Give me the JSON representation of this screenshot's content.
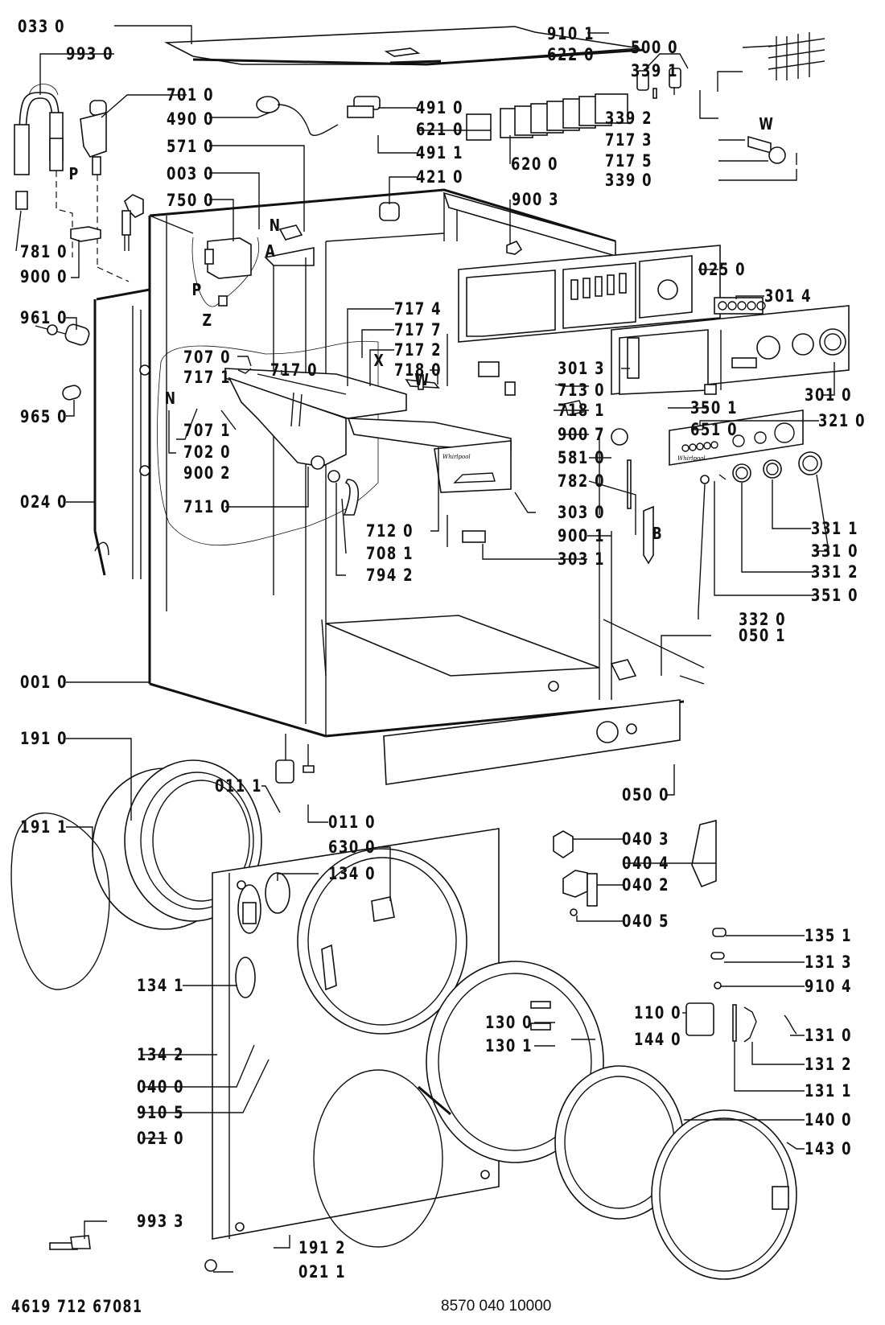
{
  "diagram": {
    "title": "Exploded parts diagram – front-loading washing machine cabinet",
    "document_code": "4619 712 67081",
    "reference_code": "8570 040 10000",
    "brand_mark": "Whirlpool",
    "callouts": [
      {
        "id": "c0330",
        "code": "033 0"
      },
      {
        "id": "c9930",
        "code": "993 0"
      },
      {
        "id": "c7010",
        "code": "701 0"
      },
      {
        "id": "c4900",
        "code": "490 0"
      },
      {
        "id": "c5710",
        "code": "571 0"
      },
      {
        "id": "c0030",
        "code": "003 0"
      },
      {
        "id": "c7500",
        "code": "750 0"
      },
      {
        "id": "c7810",
        "code": "781 0"
      },
      {
        "id": "c9000",
        "code": "900 0"
      },
      {
        "id": "c9101",
        "code": "910 1"
      },
      {
        "id": "c6220",
        "code": "622 0"
      },
      {
        "id": "c5000",
        "code": "500 0"
      },
      {
        "id": "c3391",
        "code": "339 1"
      },
      {
        "id": "c4910",
        "code": "491 0"
      },
      {
        "id": "c6210",
        "code": "621 0"
      },
      {
        "id": "c4911",
        "code": "491 1"
      },
      {
        "id": "c6200",
        "code": "620 0"
      },
      {
        "id": "c3392",
        "code": "339 2"
      },
      {
        "id": "c7173",
        "code": "717 3"
      },
      {
        "id": "c7175",
        "code": "717 5"
      },
      {
        "id": "c3390",
        "code": "339 0"
      },
      {
        "id": "c4210",
        "code": "421 0"
      },
      {
        "id": "c9003",
        "code": "900 3"
      },
      {
        "id": "c0250",
        "code": "025 0"
      },
      {
        "id": "c3014",
        "code": "301 4"
      },
      {
        "id": "c9610",
        "code": "961 0"
      },
      {
        "id": "c9650",
        "code": "965 0"
      },
      {
        "id": "c0240",
        "code": "024 0"
      },
      {
        "id": "c7174",
        "code": "717 4"
      },
      {
        "id": "c7177",
        "code": "717 7"
      },
      {
        "id": "c7172",
        "code": "717 2"
      },
      {
        "id": "c7180",
        "code": "718 0"
      },
      {
        "id": "c7070",
        "code": "707 0"
      },
      {
        "id": "c7171",
        "code": "717 1"
      },
      {
        "id": "c7170",
        "code": "717 0"
      },
      {
        "id": "c7071",
        "code": "707 1"
      },
      {
        "id": "c7020",
        "code": "702 0"
      },
      {
        "id": "c9002",
        "code": "900 2"
      },
      {
        "id": "c7110",
        "code": "711 0"
      },
      {
        "id": "c7120",
        "code": "712 0"
      },
      {
        "id": "c7081",
        "code": "708 1"
      },
      {
        "id": "c7942",
        "code": "794 2"
      },
      {
        "id": "c3013",
        "code": "301 3"
      },
      {
        "id": "c7130",
        "code": "713 0"
      },
      {
        "id": "c7181",
        "code": "718 1"
      },
      {
        "id": "c9007",
        "code": "900 7"
      },
      {
        "id": "c5810",
        "code": "581 0"
      },
      {
        "id": "c7820",
        "code": "782 0"
      },
      {
        "id": "c3030",
        "code": "303 0"
      },
      {
        "id": "c9001",
        "code": "900 1"
      },
      {
        "id": "c3031",
        "code": "303 1"
      },
      {
        "id": "c3501",
        "code": "350 1"
      },
      {
        "id": "c6510",
        "code": "651 0"
      },
      {
        "id": "c3010",
        "code": "301 0"
      },
      {
        "id": "c3210",
        "code": "321 0"
      },
      {
        "id": "c3311",
        "code": "331 1"
      },
      {
        "id": "c3310",
        "code": "331 0"
      },
      {
        "id": "c3312",
        "code": "331 2"
      },
      {
        "id": "c3510",
        "code": "351 0"
      },
      {
        "id": "c3320",
        "code": "332 0"
      },
      {
        "id": "c0501",
        "code": "050 1"
      },
      {
        "id": "c0010",
        "code": "001 0"
      },
      {
        "id": "c1910",
        "code": "191 0"
      },
      {
        "id": "c1911",
        "code": "191 1"
      },
      {
        "id": "c0111",
        "code": "011 1"
      },
      {
        "id": "c0110",
        "code": "011 0"
      },
      {
        "id": "c6300",
        "code": "630 0"
      },
      {
        "id": "c1340",
        "code": "134 0"
      },
      {
        "id": "c0500",
        "code": "050 0"
      },
      {
        "id": "c0403",
        "code": "040 3"
      },
      {
        "id": "c0404",
        "code": "040 4"
      },
      {
        "id": "c0402",
        "code": "040 2"
      },
      {
        "id": "c0405",
        "code": "040 5"
      },
      {
        "id": "c1351",
        "code": "135 1"
      },
      {
        "id": "c1313",
        "code": "131 3"
      },
      {
        "id": "c9104",
        "code": "910 4"
      },
      {
        "id": "c1100",
        "code": "110 0"
      },
      {
        "id": "c1310",
        "code": "131 0"
      },
      {
        "id": "c1440",
        "code": "144 0"
      },
      {
        "id": "c1312",
        "code": "131 2"
      },
      {
        "id": "c1341",
        "code": "134 1"
      },
      {
        "id": "c1300",
        "code": "130 0"
      },
      {
        "id": "c1301",
        "code": "130 1"
      },
      {
        "id": "c1311",
        "code": "131 1"
      },
      {
        "id": "c1342",
        "code": "134 2"
      },
      {
        "id": "c0400",
        "code": "040 0"
      },
      {
        "id": "c9105",
        "code": "910 5"
      },
      {
        "id": "c1400",
        "code": "140 0"
      },
      {
        "id": "c0210",
        "code": "021 0"
      },
      {
        "id": "c1430",
        "code": "143 0"
      },
      {
        "id": "c9933",
        "code": "993 3"
      },
      {
        "id": "c1912",
        "code": "191 2"
      },
      {
        "id": "c0211",
        "code": "021 1"
      }
    ],
    "reference_letters": {
      "P_upper": "P",
      "N_upper": "N",
      "A": "A",
      "P_lower": "P",
      "Z": "Z",
      "X": "X",
      "W_upper": "W",
      "W_tray": "W",
      "N_left": "N",
      "B": "B"
    }
  }
}
